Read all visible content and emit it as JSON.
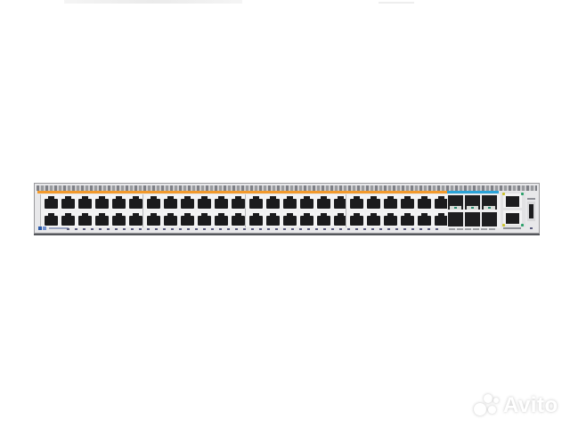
{
  "image": {
    "subject": "48-port network switch front panel",
    "background_color": "#ffffff"
  },
  "switch": {
    "rj45_groups": [
      {
        "ports": 12,
        "columns": 6,
        "rows": 2
      },
      {
        "ports": 12,
        "columns": 6,
        "rows": 2
      },
      {
        "ports": 12,
        "columns": 6,
        "rows": 2
      },
      {
        "ports": 12,
        "columns": 6,
        "rows": 2
      }
    ],
    "rj45_total": 48,
    "sfp_ports": 6,
    "management_ports": 2,
    "usb_ports": 1,
    "colors": {
      "chassis": "#e8e8ea",
      "port": "#1b1b1d",
      "accent_rj45": "#f39a2c",
      "accent_sfp": "#2aa3d8",
      "led_yellow": "#c9c12a",
      "led_green": "#2aa06a"
    }
  },
  "watermark": {
    "text": "Avito"
  }
}
